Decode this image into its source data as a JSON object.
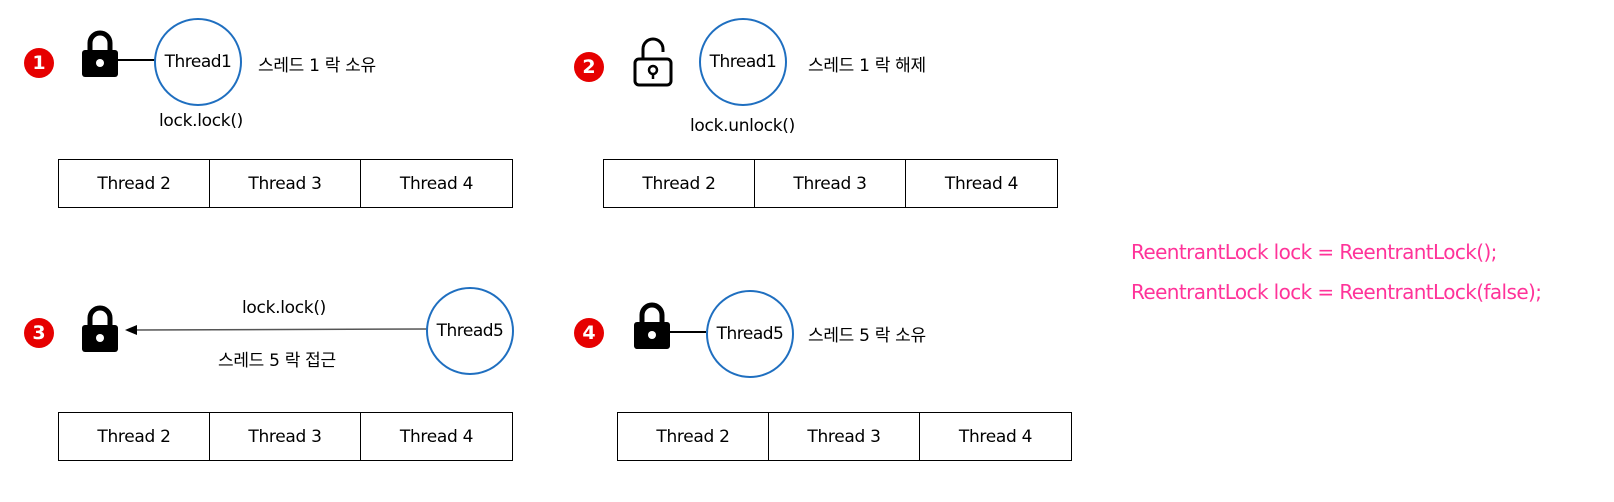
{
  "panels": [
    {
      "step": "1",
      "lock_state": "locked",
      "thread": "Thread1",
      "caption": "스레드 1 락 소유",
      "method": "lock.lock()",
      "queue": [
        "Thread 2",
        "Thread 3",
        "Thread 4"
      ]
    },
    {
      "step": "2",
      "lock_state": "unlocked",
      "thread": "Thread1",
      "caption": "스레드 1 락 해제",
      "method": "lock.unlock()",
      "queue": [
        "Thread 2",
        "Thread 3",
        "Thread 4"
      ]
    },
    {
      "step": "3",
      "lock_state": "locked",
      "thread": "Thread5",
      "arrow_top_label": "lock.lock()",
      "arrow_bottom_label": "스레드 5 락 접근",
      "queue": [
        "Thread 2",
        "Thread 3",
        "Thread 4"
      ]
    },
    {
      "step": "4",
      "lock_state": "locked",
      "thread": "Thread5",
      "caption": "스레드 5 락 소유",
      "queue": [
        "Thread 2",
        "Thread 3",
        "Thread 4"
      ]
    }
  ],
  "code_lines": [
    "ReentrantLock lock = ReentrantLock();",
    "ReentrantLock lock = ReentrantLock(false);"
  ],
  "colors": {
    "step_badge": "#e60000",
    "thread_circle": "#1f6fc0",
    "code_text": "#ff3399"
  },
  "icons": {
    "locked": "lock-icon",
    "unlocked": "unlock-icon"
  }
}
